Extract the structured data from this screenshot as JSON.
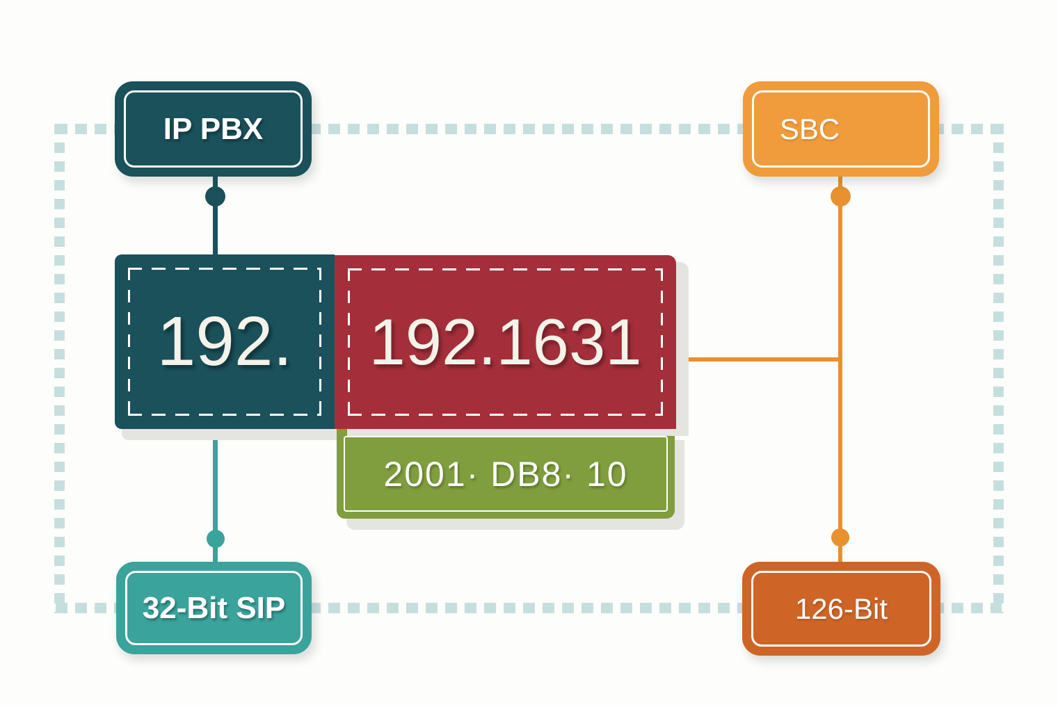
{
  "colors": {
    "background": "#fdfdfb",
    "frame_dash": "#c5dfde",
    "dark_teal": "#1a515b",
    "teal": "#3aa39c",
    "orange": "#f09c3c",
    "burnt_orange": "#ce6527",
    "red": "#a42f3a",
    "green": "#809e3d",
    "connector_orange": "#e8912f",
    "shadow_gray": "#e4e4e1",
    "border_white": "#ffffff"
  },
  "nodes": {
    "ip_pbx": {
      "label": "IP PBX"
    },
    "sbc": {
      "label": "SBC"
    },
    "ipv4_octet": {
      "label": "192."
    },
    "ipv4_address": {
      "label": "192.1631"
    },
    "ipv6_address": {
      "label": "2001· DB8· 10"
    },
    "bit32_sip": {
      "label": "32-Bit SIP"
    },
    "bit126": {
      "label": "126-Bit"
    }
  }
}
